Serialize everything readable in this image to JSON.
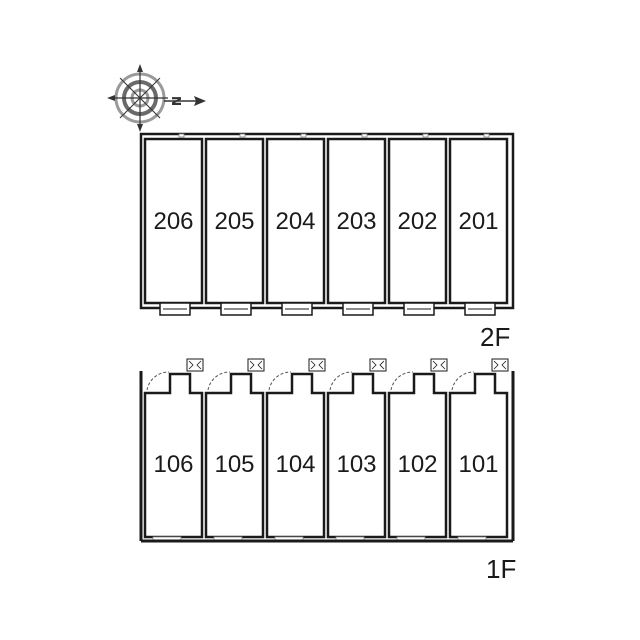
{
  "compass": {
    "icon": "compass-rose-icon",
    "north_label": "N"
  },
  "floors": [
    {
      "id": "2F",
      "label": "2F",
      "units": [
        "206",
        "205",
        "204",
        "203",
        "202",
        "201"
      ]
    },
    {
      "id": "1F",
      "label": "1F",
      "units": [
        "106",
        "105",
        "104",
        "103",
        "102",
        "101"
      ]
    }
  ],
  "colors": {
    "wall": "#1a1a1a",
    "interior": "#ffffff",
    "background": "#ffffff"
  }
}
